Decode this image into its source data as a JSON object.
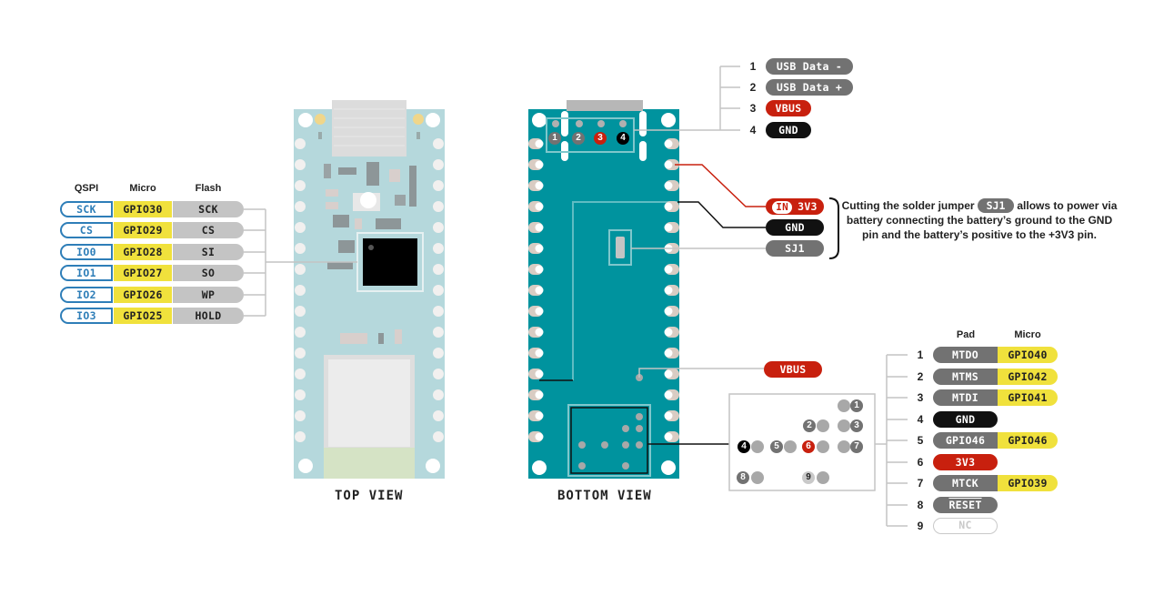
{
  "qspi_table": {
    "headers": {
      "qspi": "QSPI",
      "micro": "Micro",
      "flash": "Flash"
    },
    "rows": [
      {
        "qspi": "SCK",
        "micro": "GPIO30",
        "flash": "SCK"
      },
      {
        "qspi": "CS",
        "micro": "GPIO29",
        "flash": "CS"
      },
      {
        "qspi": "IO0",
        "micro": "GPIO28",
        "flash": "SI"
      },
      {
        "qspi": "IO1",
        "micro": "GPIO27",
        "flash": "SO"
      },
      {
        "qspi": "IO2",
        "micro": "GPIO26",
        "flash": "WP"
      },
      {
        "qspi": "IO3",
        "micro": "GPIO25",
        "flash": "HOLD"
      }
    ]
  },
  "views": {
    "top": "TOP VIEW",
    "bottom": "BOTTOM VIEW"
  },
  "usb_pins": [
    {
      "num": "1",
      "label": "USB Data -",
      "color": "#727272"
    },
    {
      "num": "2",
      "label": "USB Data +",
      "color": "#727272"
    },
    {
      "num": "3",
      "label": "VBUS",
      "color": "#c8200e"
    },
    {
      "num": "4",
      "label": "GND",
      "color": "#111111"
    }
  ],
  "usb_markers": [
    "1",
    "2",
    "3",
    "4"
  ],
  "jumper_labels": {
    "in_badge": "IN",
    "v3v3": "3V3",
    "gnd": "GND",
    "sj1": "SJ1"
  },
  "note": {
    "before": "Cutting the solder jumper",
    "pill": "SJ1",
    "after": "allows to power via battery connecting the battery’s ground to the GND pin and the battery’s positive to the +3V3 pin."
  },
  "vbus_label": "VBUS",
  "jtag_table": {
    "headers": {
      "pad": "Pad",
      "micro": "Micro"
    },
    "rows": [
      {
        "num": "1",
        "pad": "MTDO",
        "micro": "GPIO40",
        "style": "gray"
      },
      {
        "num": "2",
        "pad": "MTMS",
        "micro": "GPIO42",
        "style": "gray"
      },
      {
        "num": "3",
        "pad": "MTDI",
        "micro": "GPIO41",
        "style": "gray"
      },
      {
        "num": "4",
        "pad": "GND",
        "micro": null,
        "style": "black"
      },
      {
        "num": "5",
        "pad": "GPIO46",
        "micro": "GPIO46",
        "style": "gray"
      },
      {
        "num": "6",
        "pad": "3V3",
        "micro": null,
        "style": "red"
      },
      {
        "num": "7",
        "pad": "MTCK",
        "micro": "GPIO39",
        "style": "gray"
      },
      {
        "num": "8",
        "pad": "RESET",
        "micro": null,
        "style": "gray"
      },
      {
        "num": "9",
        "pad": "NC",
        "micro": null,
        "style": "nc"
      }
    ]
  },
  "pad_markers": [
    "1",
    "2",
    "3",
    "4",
    "5",
    "6",
    "7",
    "8",
    "9"
  ],
  "colors": {
    "board_top": "#b5d8dc",
    "board_bottom": "#00939e",
    "gpio_yellow": "#f0e13c",
    "pin_red": "#c8200e",
    "pin_gray": "#727272",
    "qspi_blue": "#2e7eb8"
  }
}
